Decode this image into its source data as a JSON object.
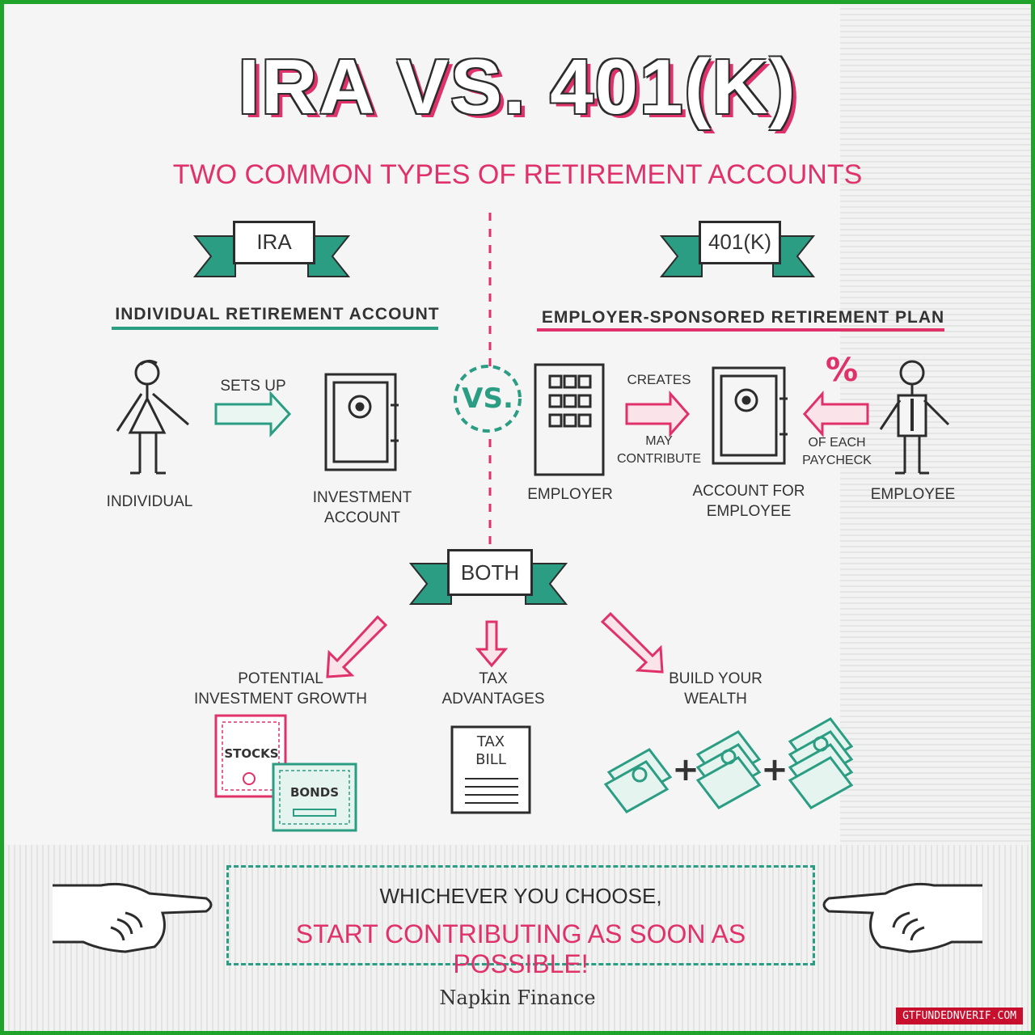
{
  "title": "IRA VS. 401(K)",
  "subtitle": "TWO COMMON TYPES OF RETIREMENT ACCOUNTS",
  "vs_label": "VS.",
  "ira": {
    "banner": "IRA",
    "heading": "INDIVIDUAL RETIREMENT ACCOUNT",
    "individual": "INDIVIDUAL",
    "arrow": "SETS UP",
    "account_line1": "INVESTMENT",
    "account_line2": "ACCOUNT"
  },
  "k401": {
    "banner": "401(K)",
    "heading": "EMPLOYER-SPONSORED RETIREMENT PLAN",
    "employer": "EMPLOYER",
    "creates": "CREATES",
    "may_contribute_1": "MAY",
    "may_contribute_2": "CONTRIBUTE",
    "account_line1": "ACCOUNT FOR",
    "account_line2": "EMPLOYEE",
    "percent": "%",
    "of_each_1": "OF EACH",
    "of_each_2": "PAYCHECK",
    "employee": "EMPLOYEE"
  },
  "both": {
    "banner": "BOTH",
    "items": [
      {
        "line1": "POTENTIAL",
        "line2": "INVESTMENT GROWTH"
      },
      {
        "line1": "TAX",
        "line2": "ADVANTAGES"
      },
      {
        "line1": "BUILD YOUR",
        "line2": "WEALTH"
      }
    ],
    "stocks": "STOCKS",
    "bonds": "BONDS",
    "tax_bill_1": "TAX",
    "tax_bill_2": "BILL",
    "plus": "+"
  },
  "cta": {
    "line1": "WHICHEVER YOU CHOOSE,",
    "line2": "START CONTRIBUTING AS SOON AS POSSIBLE!"
  },
  "footer": "Napkin Finance",
  "watermark": "GTFUNDEDNVERIF.COM",
  "colors": {
    "pink": "#e0316a",
    "teal": "#2a9d83",
    "ink": "#2c2c2c",
    "border": "#1fa32a"
  }
}
